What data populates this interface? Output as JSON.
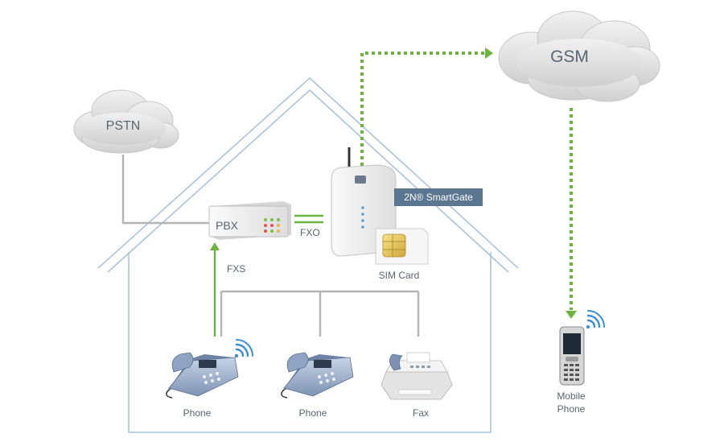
{
  "clouds": {
    "gsm": "GSM",
    "pstn": "PSTN"
  },
  "devices": {
    "pbx": "PBX",
    "smartgate": "2N® SmartGate",
    "sim_card": "SIM Card",
    "fxo": "FXO",
    "fxs": "FXS"
  },
  "endpoints": {
    "phone1": "Phone",
    "phone2": "Phone",
    "fax": "Fax",
    "mobile_line1": "Mobile",
    "mobile_line2": "Phone"
  },
  "colors": {
    "house": "#a9c4dc",
    "green_link": "#6cb43f",
    "gray_line": "#b4b4b4",
    "cloud": "#dcdcdc",
    "badge": "#5b7690"
  }
}
